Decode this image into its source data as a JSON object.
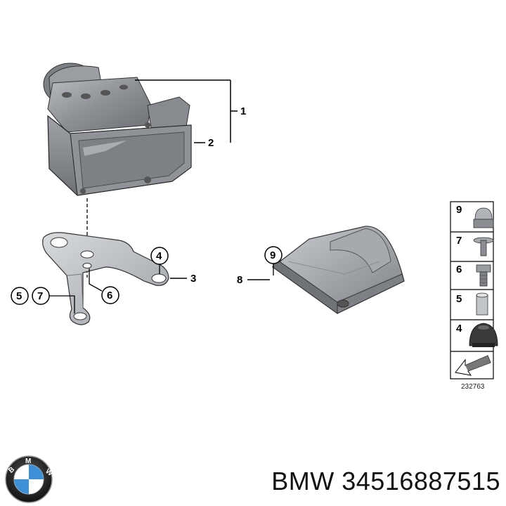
{
  "callouts": {
    "c1": "1",
    "c2": "2",
    "c3": "3",
    "c4": "4",
    "c5": "5",
    "c6": "6",
    "c7": "7",
    "c8": "8",
    "c9": "9"
  },
  "legend": {
    "items": [
      {
        "num": "9",
        "icon": "cap-nut-icon"
      },
      {
        "num": "7",
        "icon": "rivet-icon"
      },
      {
        "num": "6",
        "icon": "hex-bolt-icon"
      },
      {
        "num": "5",
        "icon": "bushing-icon"
      },
      {
        "num": "4",
        "icon": "rubber-grommet-icon"
      }
    ],
    "ref_number": "232763"
  },
  "footer": {
    "brand": "BMW",
    "part_number": "34516887515",
    "logo_letters": "BMW"
  },
  "colors": {
    "part_gray": "#8a8e93",
    "part_dark": "#5a5e63",
    "part_light": "#c9ccd0",
    "line": "#000000",
    "logo_blue": "#3d8fd6"
  }
}
